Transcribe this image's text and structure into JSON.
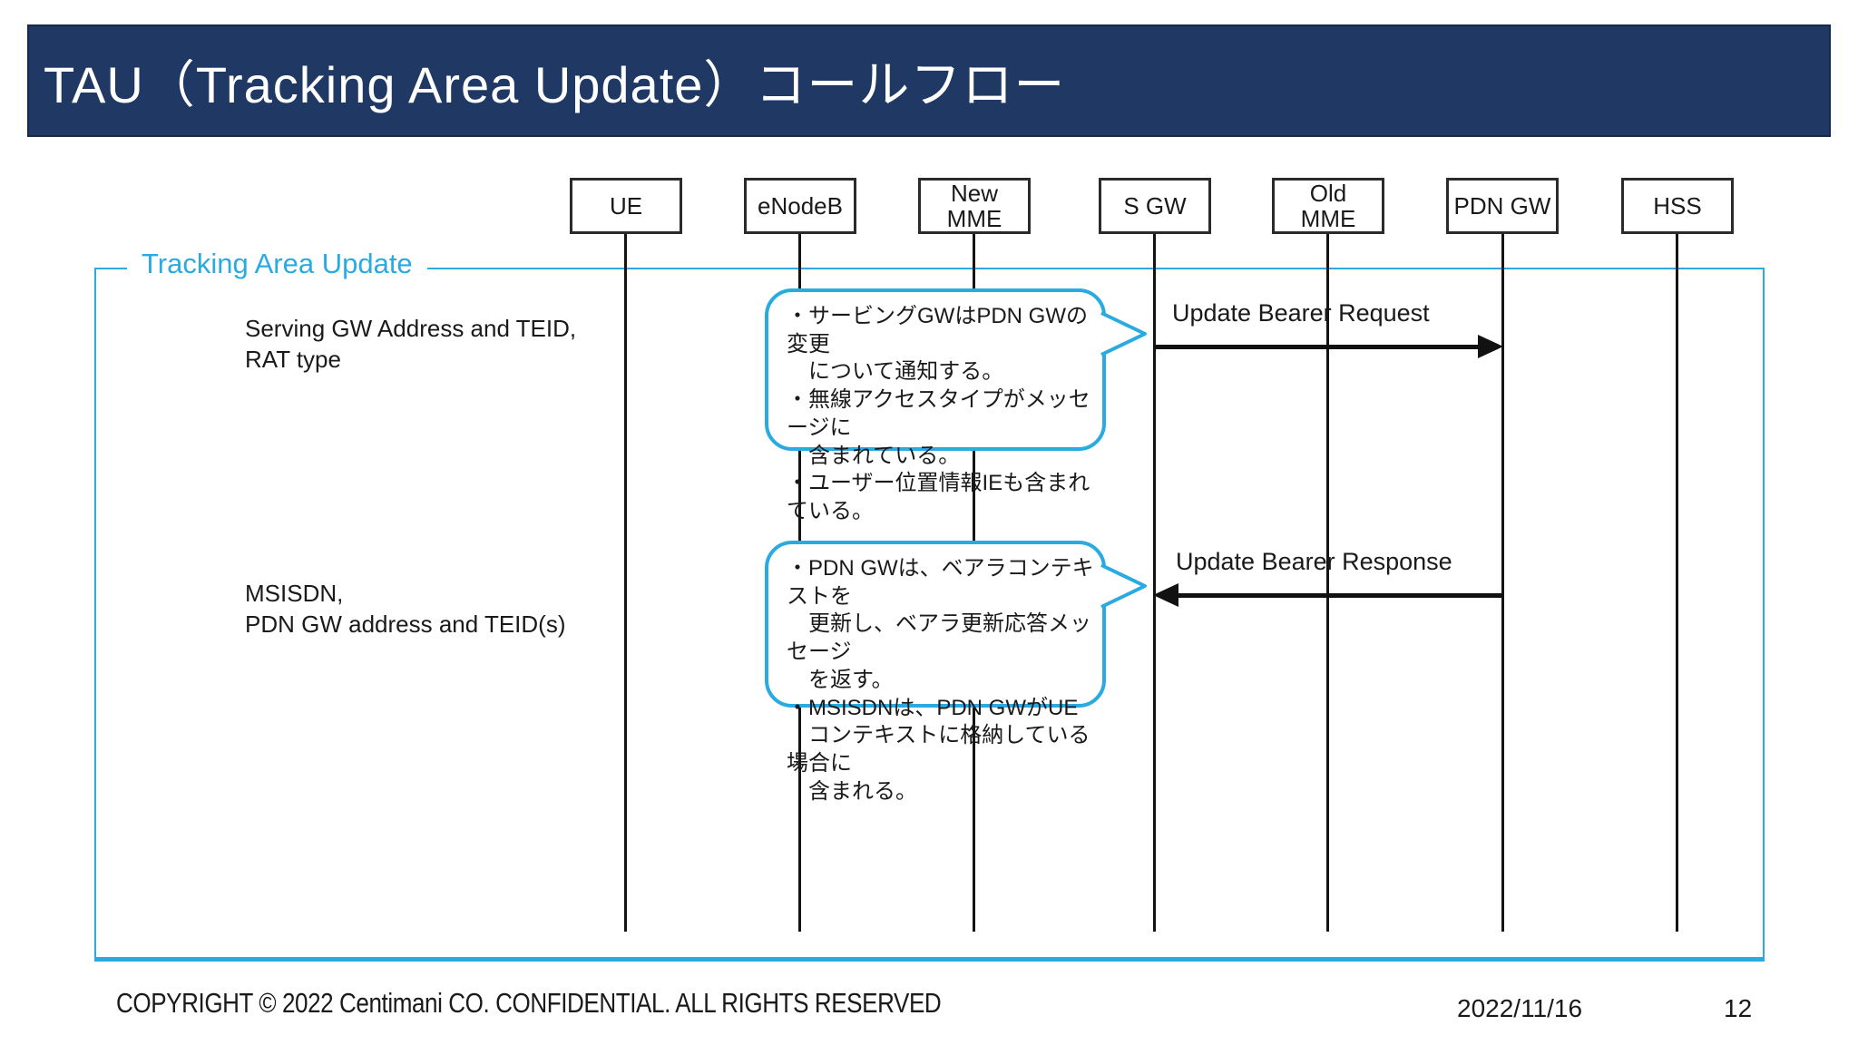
{
  "title": "TAU（Tracking Area Update）コールフロー",
  "group": {
    "label": "Tracking Area Update"
  },
  "actors": [
    {
      "label": "UE"
    },
    {
      "label": "eNodeB"
    },
    {
      "label": "New MME"
    },
    {
      "label": "S GW"
    },
    {
      "label": "Old\nMME"
    },
    {
      "label": "PDN GW"
    },
    {
      "label": "HSS"
    }
  ],
  "messages": [
    {
      "label": "Update Bearer Request",
      "from": "S GW",
      "to": "PDN GW",
      "direction": "right"
    },
    {
      "label": "Update Bearer Response",
      "from": "PDN GW",
      "to": "S GW",
      "direction": "left"
    }
  ],
  "annotations": [
    {
      "text": "Serving GW Address and TEID,\nRAT type"
    },
    {
      "text": "MSISDN,\nPDN GW address and TEID(s)"
    }
  ],
  "notes": [
    {
      "text": "・サービングGWはPDN GWの変更\n　について通知する。\n・無線アクセスタイプがメッセージに\n　含まれている。\n・ユーザー位置情報IEも含まれている。"
    },
    {
      "text": "・PDN GWは、ベアラコンテキストを\n　更新し、ベアラ更新応答メッセージ\n　を返す。\n・MSISDNは、PDN GWがUE\n　コンテキストに格納している場合に\n　含まれる。"
    }
  ],
  "footer": {
    "copyright": "COPYRIGHT © 2022 Centimani CO. CONFIDENTIAL. ALL RIGHTS RESERVED",
    "date": "2022/11/16",
    "page": "12"
  },
  "colors": {
    "title_bg": "#1F3864",
    "accent_cyan": "#29ABE2",
    "line_black": "#141414",
    "text": "#1a1a1a"
  }
}
